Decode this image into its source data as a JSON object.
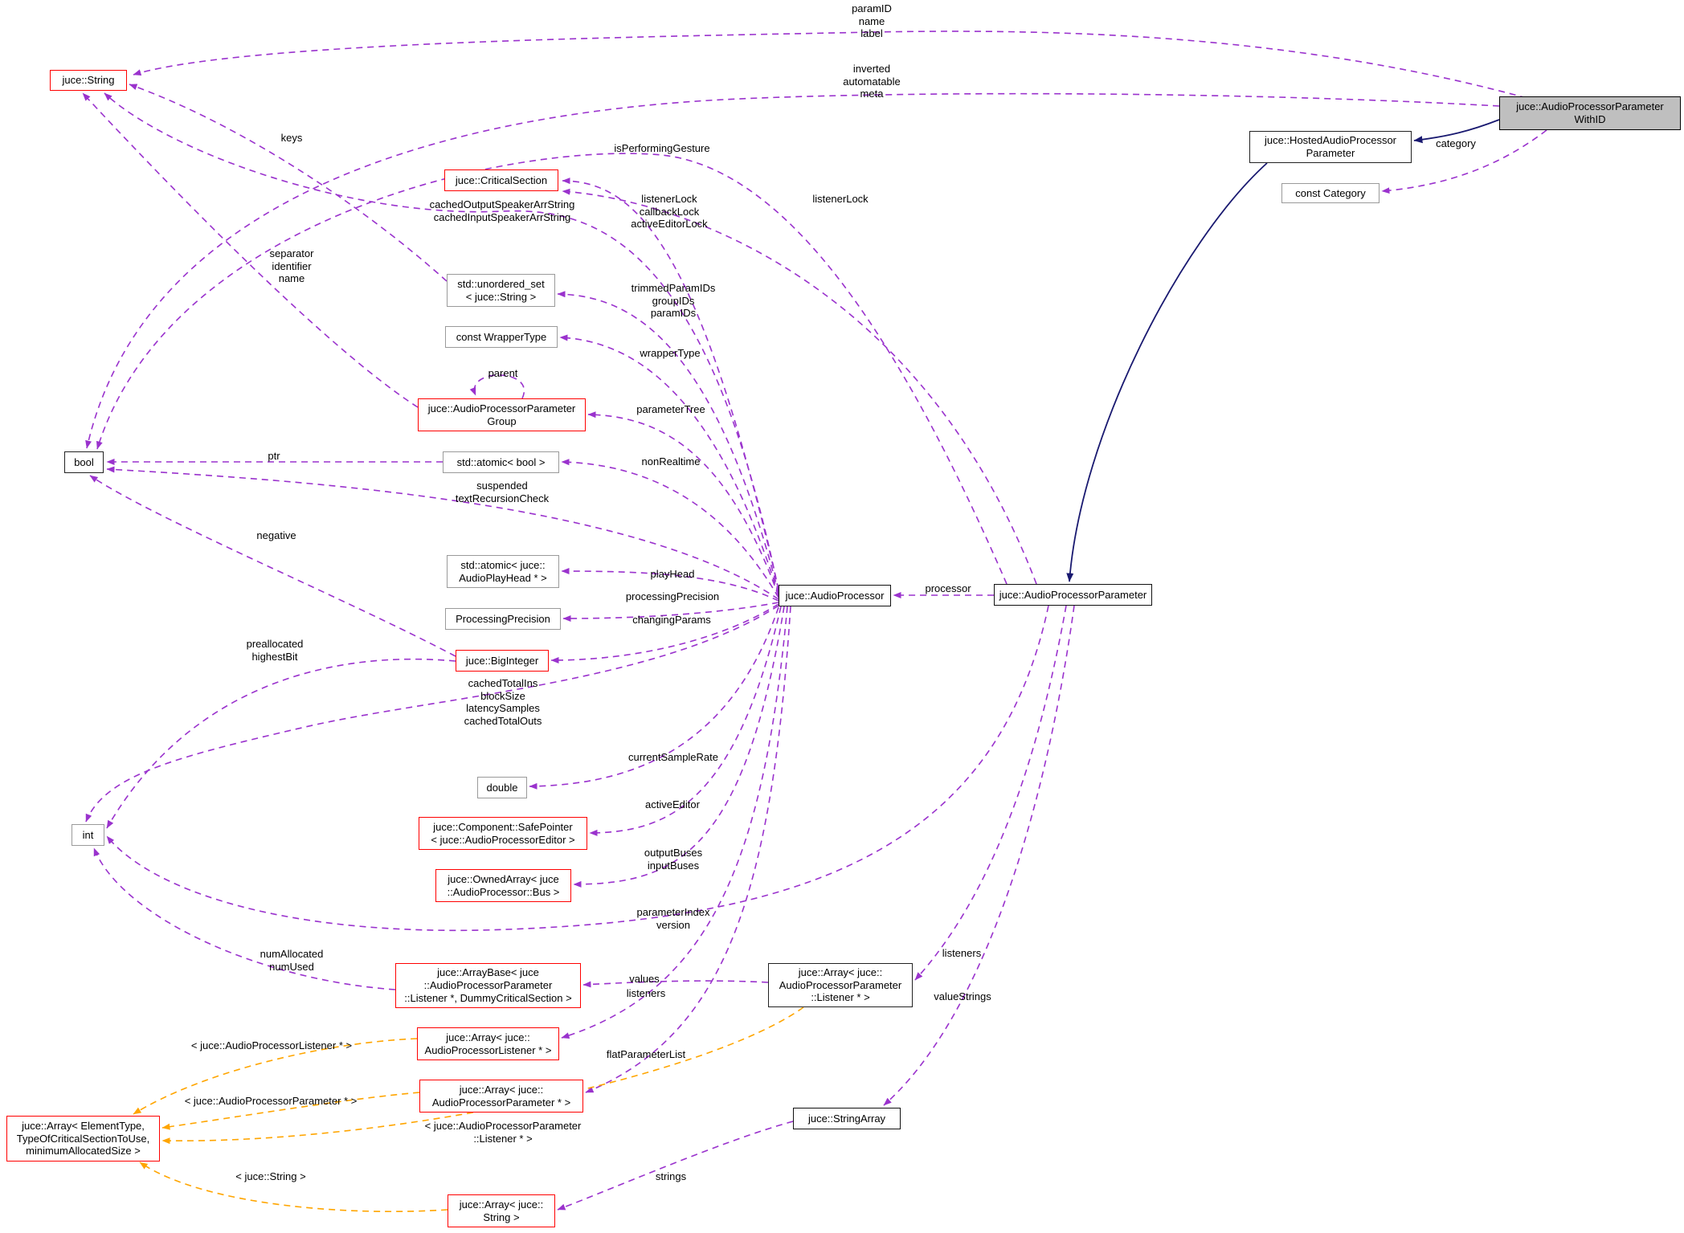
{
  "diagram": {
    "type": "doxygen-collaboration-graph",
    "main_class": "juce::AudioProcessorParameterWithID",
    "colors": {
      "usage_edge": "#9a32cd",
      "template_edge": "#ffa500",
      "inheritance_edge": "#191970",
      "red_node_border": "#ff0000",
      "selected_node_fill": "#bfbfbf"
    }
  },
  "nodes": [
    {
      "id": "string",
      "label": "juce::String"
    },
    {
      "id": "critical-section",
      "label": "juce::CriticalSection"
    },
    {
      "id": "unordered-set",
      "label": "std::unordered_set\n< juce::String >"
    },
    {
      "id": "wrapper-type",
      "label": "const WrapperType"
    },
    {
      "id": "parameter-group",
      "label": "juce::AudioProcessorParameter\nGroup"
    },
    {
      "id": "atomic-bool",
      "label": "std::atomic< bool >"
    },
    {
      "id": "bool",
      "label": "bool"
    },
    {
      "id": "atomic-playhead",
      "label": "std::atomic< juce::\nAudioPlayHead * >"
    },
    {
      "id": "processing-precision",
      "label": "ProcessingPrecision"
    },
    {
      "id": "big-integer",
      "label": "juce::BigInteger"
    },
    {
      "id": "audio-processor",
      "label": "juce::AudioProcessor"
    },
    {
      "id": "audio-processor-parameter",
      "label": "juce::AudioProcessorParameter"
    },
    {
      "id": "double",
      "label": "double"
    },
    {
      "id": "safe-pointer",
      "label": "juce::Component::SafePointer\n< juce::AudioProcessorEditor >"
    },
    {
      "id": "owned-array",
      "label": "juce::OwnedArray< juce\n::AudioProcessor::Bus >"
    },
    {
      "id": "int",
      "label": "int"
    },
    {
      "id": "array-base",
      "label": "juce::ArrayBase< juce\n::AudioProcessorParameter\n::Listener *, DummyCriticalSection >"
    },
    {
      "id": "array-param-listener",
      "label": "juce::Array< juce::\nAudioProcessorParameter\n::Listener * >"
    },
    {
      "id": "array-listener",
      "label": "juce::Array< juce::\nAudioProcessorListener * >"
    },
    {
      "id": "array-parameter",
      "label": "juce::Array< juce::\nAudioProcessorParameter * >"
    },
    {
      "id": "string-array",
      "label": "juce::StringArray"
    },
    {
      "id": "array-juce-string",
      "label": "juce::Array< juce::\nString >"
    },
    {
      "id": "array-generic",
      "label": "juce::Array< ElementType,\nTypeOfCriticalSectionToUse,\nminimumAllocatedSize >"
    },
    {
      "id": "hosted-parameter",
      "label": "juce::HostedAudioProcessor\nParameter"
    },
    {
      "id": "const-category",
      "label": "const Category"
    },
    {
      "id": "with-id",
      "label": "juce::AudioProcessorParameter\nWithID"
    }
  ],
  "edge_labels": [
    {
      "text": "paramID\nname\nlabel"
    },
    {
      "text": "inverted\nautomatable\nmeta"
    },
    {
      "text": "isPerformingGesture"
    },
    {
      "text": "keys"
    },
    {
      "text": "cachedOutputSpeakerArrString\ncachedInputSpeakerArrString"
    },
    {
      "text": "listenerLock\ncallbackLock\nactiveEditorLock"
    },
    {
      "text": "listenerLock"
    },
    {
      "text": "separator\nidentifier\nname"
    },
    {
      "text": "trimmedParamIDs\ngroupIDs\nparamIDs"
    },
    {
      "text": "wrapperType"
    },
    {
      "text": "parent"
    },
    {
      "text": "parameterTree"
    },
    {
      "text": "nonRealtime"
    },
    {
      "text": "ptr"
    },
    {
      "text": "suspended\ntextRecursionCheck"
    },
    {
      "text": "negative"
    },
    {
      "text": "playHead"
    },
    {
      "text": "processingPrecision"
    },
    {
      "text": "changingParams"
    },
    {
      "text": "preallocated\nhighestBit"
    },
    {
      "text": "cachedTotalIns\nblockSize\nlatencySamples\ncachedTotalOuts"
    },
    {
      "text": "currentSampleRate"
    },
    {
      "text": "activeEditor"
    },
    {
      "text": "outputBuses\ninputBuses"
    },
    {
      "text": "parameterIndex\nversion"
    },
    {
      "text": "numAllocated\nnumUsed"
    },
    {
      "text": "values"
    },
    {
      "text": "listeners"
    },
    {
      "text": "flatParameterList"
    },
    {
      "text": "listeners"
    },
    {
      "text": "valueStrings"
    },
    {
      "text": "< juce::AudioProcessorListener * >"
    },
    {
      "text": "< juce::AudioProcessorParameter * >"
    },
    {
      "text": "< juce::AudioProcessorParameter\n::Listener * >"
    },
    {
      "text": "< juce::String >"
    },
    {
      "text": "strings"
    },
    {
      "text": "category"
    },
    {
      "text": "processor"
    }
  ]
}
